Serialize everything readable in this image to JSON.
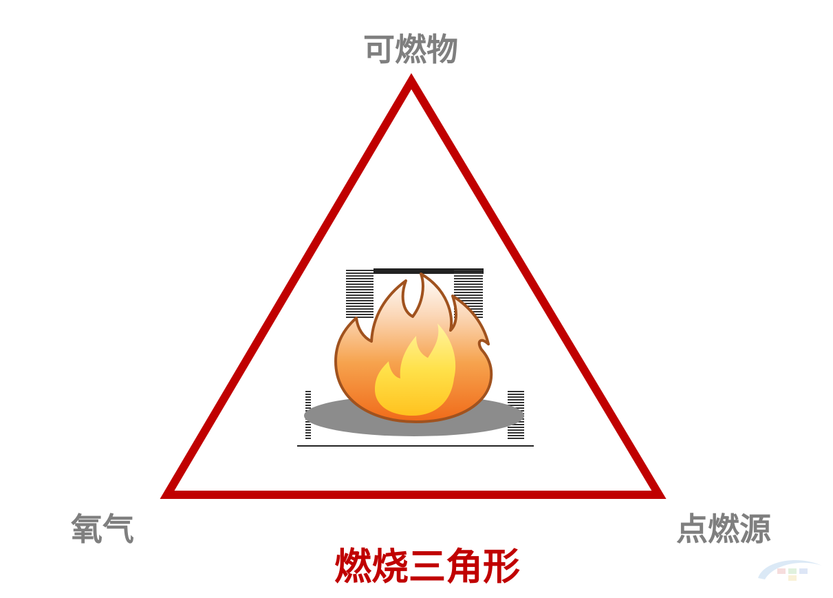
{
  "labels": {
    "top": "可燃物",
    "left": "氧气",
    "right": "点燃源",
    "title": "燃烧三角形"
  },
  "colors": {
    "triangle": "#c00000",
    "vertex_label": "#7f7f7f",
    "title": "#c00000",
    "flame_outer": "#f5821f",
    "flame_inner": "#ffd83a",
    "flame_outline": "#a0521e",
    "shadow": "#8c8c8c"
  },
  "icons": {
    "center": "fire-icon",
    "watermark": "logo-watermark"
  }
}
